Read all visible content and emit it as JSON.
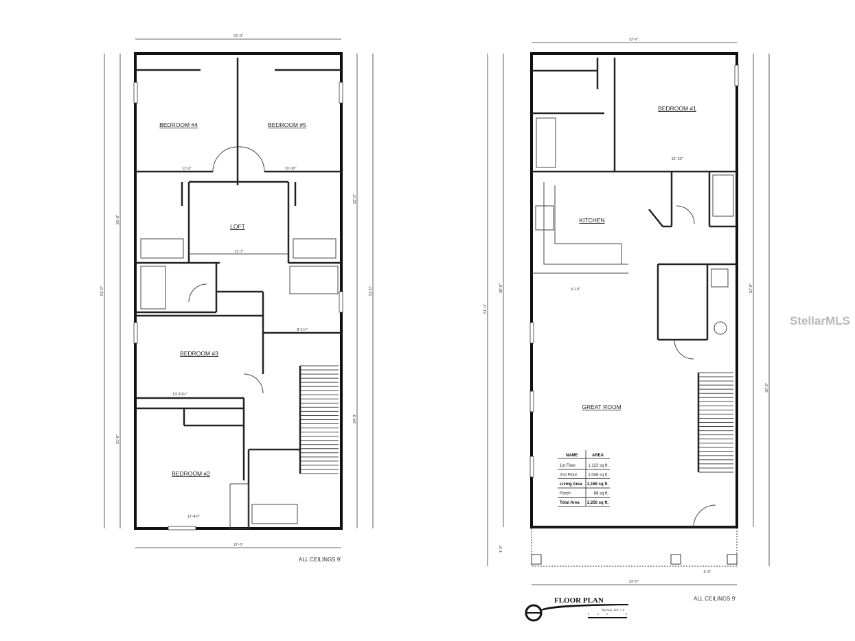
{
  "upper_floor": {
    "rooms": [
      "BEDROOM #4",
      "BEDROOM #5",
      "LOFT",
      "BEDROOM #3",
      "BEDROOM #2"
    ],
    "dims": {
      "top": "22'-0\"",
      "bottom": "22'-0\"",
      "left": "51'-0\"",
      "right": "51'-0\"",
      "left_a": "25'-6\"",
      "left_b": "21'-0\"",
      "right_a": "22'-3\"",
      "right_b": "24'-3\"",
      "bed4_w": "11'-2\"",
      "bed5_w": "10'-10\"",
      "loft_w": "11'-7\"",
      "bed3_w": "13'-10½\"",
      "bed2_w": "12'-4½\"",
      "hall": "8'-1½\""
    },
    "note": "ALL CEILINGS 9'"
  },
  "main_floor": {
    "rooms": [
      "BEDROOM #1",
      "KITCHEN",
      "GREAT ROOM"
    ],
    "dims": {
      "top": "22'-0\"",
      "bottom": "22'-0\"",
      "left": "51'-0\"",
      "right": "51'-0\"",
      "porch_w": "6'-0\"",
      "porch_d": "4'-0\"",
      "kitchen_w": "9'-10\"",
      "bed1_w": "12'-10\"",
      "left_b": "30'-0\"",
      "right_b": "30'-2\""
    },
    "note": "ALL CEILINGS 9'"
  },
  "area_table": {
    "headers": [
      "NAME",
      "AREA"
    ],
    "rows": [
      {
        "name": "1st Floor",
        "area": "1,122 sq ft.",
        "bold": false
      },
      {
        "name": "2nd Floor",
        "area": "1,046 sq ft.",
        "bold": false
      },
      {
        "name": "Living Area",
        "area": "2,168 sq ft.",
        "bold": true
      },
      {
        "name": "Porch",
        "area": "88 sq ft.",
        "bold": false
      },
      {
        "name": "Total Area",
        "area": "2,256 sq ft.",
        "bold": true
      }
    ]
  },
  "title_block": {
    "title": "FLOOR PLAN",
    "scale": "SCALE: 1/4\" = 1'",
    "scale_ticks": [
      "0",
      "1",
      "2",
      "4"
    ]
  },
  "watermark": "StellarMLS"
}
